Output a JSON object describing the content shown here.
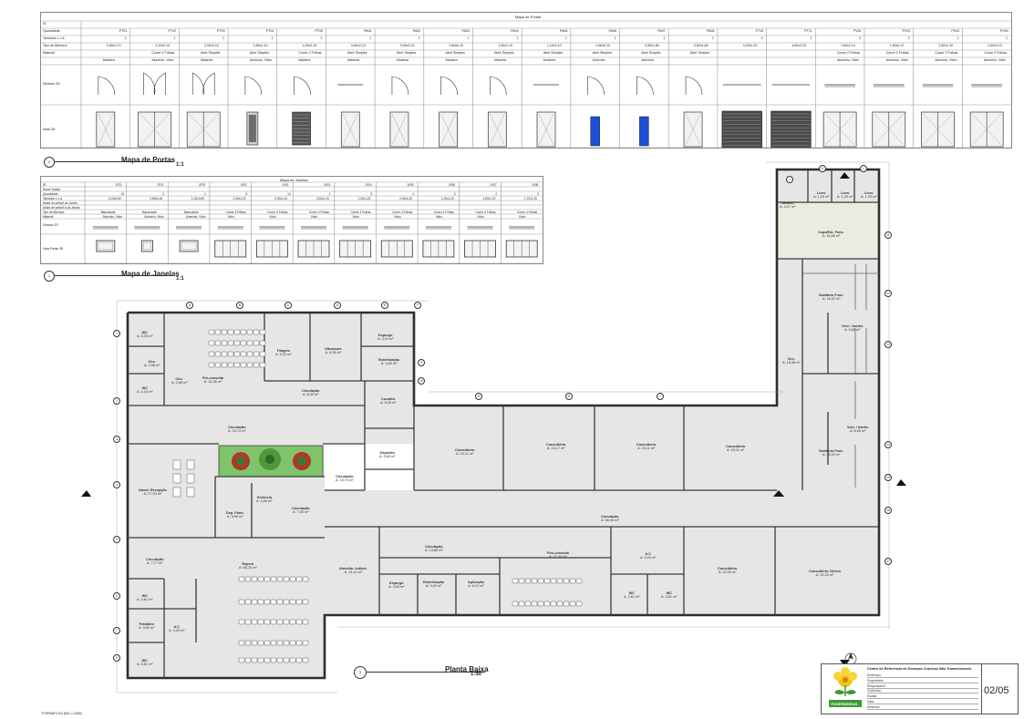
{
  "door_schedule": {
    "title": "Mapa de Portas",
    "columns": [
      "PT01",
      "PT02",
      "PT03",
      "PT04",
      "PT05",
      "PA01",
      "PA02",
      "PA03",
      "PA04",
      "PA05",
      "PA06",
      "PA07",
      "PA08",
      "PT10",
      "PT11",
      "PV01",
      "PV02",
      "PV03",
      "PV04"
    ],
    "row_labels": [
      "ID",
      "Quantidade",
      "Tamanho L x A",
      "Tipo de Abertura",
      "Material",
      "Símbolo 2D",
      "Vista 3D"
    ],
    "quantities": [
      "1",
      "1",
      "1",
      "1",
      "1",
      "1",
      "1",
      "1",
      "1",
      "1",
      "1",
      "1",
      "1",
      "2",
      "1",
      "2",
      "2",
      "1",
      "1"
    ],
    "sizes": [
      "0,90x2,10",
      "2,10x2,10",
      "2,00x2,10",
      "0,80x2,10",
      "1,00x2,10",
      "0,80x2,10",
      "0,90x2,10",
      "0,80x2,10",
      "1,40x2,10",
      "1,10x2,10",
      "0,80x2,10",
      "0,60x1,80",
      "0,62x1,80",
      "3,20x2,20",
      "4,50x2,20",
      "1,60x2,10",
      "1,60x2,10",
      "2,50x2,10",
      "1,60x2,10"
    ],
    "opening": [
      "",
      "Correr 2 Folhas",
      "Abrir Simples",
      "Abrir Simples",
      "Correr 2 Folhas",
      "Abrir Simples",
      "Abrir Simples",
      "Abrir Simples",
      "Abrir Simples",
      "Abrir Simples",
      "Abrir Simples",
      "Abrir Simples",
      "Abrir Simples",
      "",
      "",
      "Correr 2 Folhas",
      "Correr 2 Folhas",
      "Correr 2 Folhas",
      "Correr 2 Folhas"
    ],
    "materials": [
      "Madeira",
      "Alumínio, Vidro",
      "Madeira",
      "Alumínio, Vidro",
      "Madeira",
      "Madeira",
      "Madeira",
      "Madeira",
      "Madeira",
      "Madeira",
      "Alumínio",
      "Alumínio",
      "",
      "",
      "",
      "Alumínio, Vidro",
      "Alumínio, Vidro",
      "Alumínio, Vidro",
      "Alumínio, Vidro"
    ],
    "view_label": "Vista 3D",
    "symbol_label": "Símbolo 2D"
  },
  "window_schedule": {
    "title": "Mapa de Janelas",
    "columns": [
      "JF01",
      "JF02",
      "JF03",
      "JV01",
      "JV02",
      "JV03",
      "JV04",
      "JV05",
      "JV06",
      "JV07",
      "JV08"
    ],
    "row_labels": [
      "ID",
      "Nome Janela",
      "Quantidade",
      "Tamanho L x A",
      "Altura do peitoril da Janela",
      "Altura de peitoril a da Janela",
      "Tipo de Abertura",
      "Material",
      "Símbolo 2D",
      "Vista Frente 3D"
    ],
    "quantities": [
      "10",
      "2",
      "3",
      "6",
      "14",
      "1",
      "5",
      "4",
      "3",
      "2",
      "3"
    ],
    "sizes": [
      "1,00x0,60",
      "0,60x0,40",
      "1,20x0,60",
      "2,00x1,20",
      "2,00x1,20",
      "2,00x1,20",
      "1,20x1,20",
      "2,00x1,20",
      "1,20x1,20",
      "1,60x1,20",
      "1,70x1,20"
    ],
    "opening": [
      "Basculante",
      "Basculante",
      "Basculante",
      "Correr 4 Folhas",
      "Correr 4 Folhas",
      "Correr 4 Folhas",
      "Correr 4 Folhas",
      "Correr 4 Folhas",
      "Correr 4 Folhas",
      "Correr 4 Folhas",
      "Correr 4 Folhas"
    ],
    "materials": [
      "Alumínio, Vidro",
      "Alumínio, Vidro",
      "Alumínio, Vidro",
      "Vidro",
      "Vidro",
      "Vidro",
      "Vidro",
      "Vidro",
      "Vidro",
      "Vidro",
      "Vidro"
    ],
    "symbol_label": "Símbolo 2D",
    "view_label": "Vista Frente 3D"
  },
  "view_titles": {
    "doors": {
      "num": "2",
      "title": "Mapa de Portas",
      "scale": "1:1"
    },
    "windows": {
      "num": "1",
      "title": "Mapa de Janelas",
      "scale": "1:1"
    },
    "plan": {
      "num": "3",
      "title": "Planta Baixa",
      "scale": "1:50"
    }
  },
  "rooms": [
    {
      "name": "WC",
      "area": "A: 3,25 m²"
    },
    {
      "name": "Circ.",
      "area": "A: 2,98 m²"
    },
    {
      "name": "WC",
      "area": "A: 2,15 m²"
    },
    {
      "name": "Circ.",
      "area": "A: 2,85 m²"
    },
    {
      "name": "Pré-consulta",
      "area": "A: 24,36 m²"
    },
    {
      "name": "Triagem",
      "area": "A: 9,21 m²"
    },
    {
      "name": "Ultrassom",
      "area": "A: 9,26 m²"
    },
    {
      "name": "Expurgo",
      "area": "A: 3,10 m²"
    },
    {
      "name": "Esterilização",
      "area": "A: 3,60 m²"
    },
    {
      "name": "Circulação",
      "area": "A: 8,30 m²"
    },
    {
      "name": "Curativo",
      "area": "A: 8,29 m²"
    },
    {
      "name": "Circulação",
      "area": "A: 23,74 m²"
    },
    {
      "name": "Depósito",
      "area": "A: 5,65 m²"
    },
    {
      "name": "Consultório",
      "area": "A: 24,11 m²"
    },
    {
      "name": "Consultório",
      "area": "A: 24,17 m²"
    },
    {
      "name": "Consultório",
      "area": "A: 24,11 m²"
    },
    {
      "name": "Consultório",
      "area": "A: 24,11 m²"
    },
    {
      "name": "Atend. Recepção",
      "area": "A: 27,93 m²"
    },
    {
      "name": "Circulação",
      "area": "A: 15,74 m²"
    },
    {
      "name": "Gerência",
      "area": "A: 9,05 m²"
    },
    {
      "name": "Dep. Farm.",
      "area": "A: 5,50 m²"
    },
    {
      "name": "Circulação",
      "area": "A: 7,69 m²"
    },
    {
      "name": "Circulação",
      "area": "A: 58,06 m²"
    },
    {
      "name": "Circulação",
      "area": "A: 7,77 m²"
    },
    {
      "name": "Espera",
      "area": "A: 66,29 m²"
    },
    {
      "name": "Atendim. Individ.",
      "area": "A: 14,10 m²"
    },
    {
      "name": "Circulação",
      "area": "A: 13,86 m²"
    },
    {
      "name": "Expurgo",
      "area": "A: 3,60 m²"
    },
    {
      "name": "Esterilização",
      "area": "A: 3,60 m²"
    },
    {
      "name": "Aplicação",
      "area": "A: 8,12 m²"
    },
    {
      "name": "Pós-consulta",
      "area": "A: 27,30 m²"
    },
    {
      "name": "A.C",
      "area": "A: 9,03 m²"
    },
    {
      "name": "WC",
      "area": "A: 3,61 m²"
    },
    {
      "name": "WC",
      "area": "A: 3,61 m²"
    },
    {
      "name": "Consultório",
      "area": "A: 22,02 m²"
    },
    {
      "name": "Consultório Clínica",
      "area": "A: 24,26 m²"
    },
    {
      "name": "WC",
      "area": "A: 3,61 m²"
    },
    {
      "name": "Fraldário",
      "area": "A: 3,50 m²"
    },
    {
      "name": "A.C",
      "area": "A: 3,20 m²"
    },
    {
      "name": "WC",
      "area": "A: 3,61 m²"
    },
    {
      "name": "Circ.",
      "area": "A: 15,38 m²"
    },
    {
      "name": "Lavand.",
      "area": "A: 4,27 m²"
    },
    {
      "name": "Livro",
      "area": "A: 1,20 m²"
    },
    {
      "name": "Livro",
      "area": "A: 1,20 m²"
    },
    {
      "name": "Livro",
      "area": "A: 1,20 m²"
    },
    {
      "name": "Copa/Est. Func.",
      "area": "A: 15,88 m²"
    },
    {
      "name": "Sanitário Func.",
      "area": "A: 16,22 m²"
    },
    {
      "name": "Vest. / banho",
      "area": "A: 8,65 m²"
    },
    {
      "name": "Vest. / banho",
      "area": "A: 8,65 m²"
    },
    {
      "name": "Sanitário Func.",
      "area": "A: 16,22 m²"
    }
  ],
  "title_block": {
    "project": "Centro de Referência de Doenças Crônicas Não Transmissíveis",
    "logo_text": "PEDERNEIRAS",
    "sheet": "02/05",
    "fields": [
      "Endereço:",
      "Proprietário:",
      "Responsável:",
      "Conteúdo:",
      "Escala:",
      "Data:",
      "Desenho:"
    ]
  },
  "paper_format": "FORMATO A3 (841 x 1189)",
  "axis_bubbles": [
    "1",
    "2",
    "3",
    "4",
    "5",
    "6",
    "7",
    "8",
    "9",
    "10",
    "11",
    "12",
    "13",
    "14",
    "15",
    "16",
    "17",
    "A",
    "B",
    "C",
    "D",
    "E",
    "F",
    "G",
    "H",
    "I",
    "J",
    "K",
    "L"
  ]
}
